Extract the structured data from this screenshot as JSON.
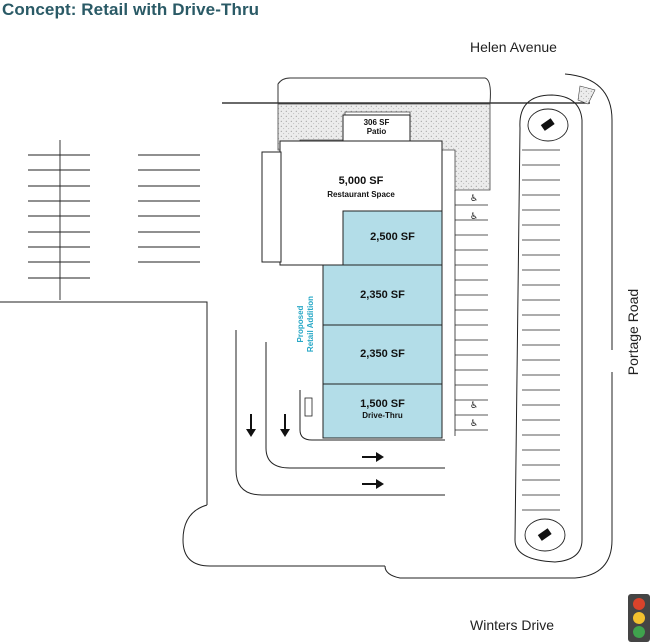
{
  "title": "Concept: Retail with Drive-Thru",
  "streets": {
    "north": "Helen Avenue",
    "east": "Portage Road",
    "south": "Winters Drive"
  },
  "spaces": [
    {
      "area": "5,000 SF",
      "label": "Restaurant Space"
    },
    {
      "area": "2,500 SF",
      "label": ""
    },
    {
      "area": "2,350 SF",
      "label": ""
    },
    {
      "area": "2,350 SF",
      "label": ""
    },
    {
      "area": "1,500 SF",
      "label": "Drive-Thru"
    }
  ],
  "patio": {
    "area": "306 SF",
    "label": "Patio"
  },
  "addition_label": {
    "line1": "Proposed",
    "line2": "Retail Addition"
  },
  "colors": {
    "title": "#2a5a66",
    "retail_fill": "#b3dde8",
    "addition_text": "#2aa9c7",
    "stippling": "#d8d8d8",
    "traffic_red": "#d9432b",
    "traffic_yellow": "#f2c12e",
    "traffic_green": "#3fa34d"
  },
  "icons": [
    "accessible-parking-icon",
    "arrow-down-icon",
    "arrow-right-icon",
    "traffic-light-icon"
  ]
}
